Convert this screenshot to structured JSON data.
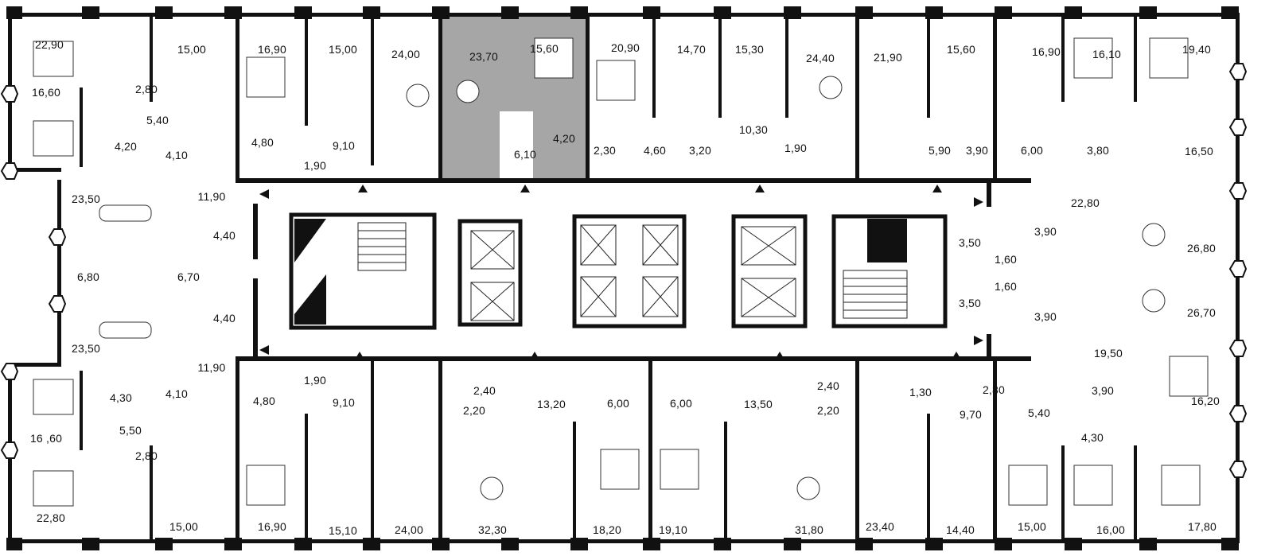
{
  "plan": {
    "highlight_color": "#a6a6a6",
    "wall_color": "#111111",
    "units": [
      {
        "id": "u01",
        "area": "22,90"
      },
      {
        "id": "u02",
        "area": "15,00"
      },
      {
        "id": "u03",
        "area": "2,80"
      },
      {
        "id": "u04",
        "area": "16,60"
      },
      {
        "id": "u05",
        "area": "5,40"
      },
      {
        "id": "u06",
        "area": "4,20"
      },
      {
        "id": "u07",
        "area": "4,10"
      },
      {
        "id": "u08",
        "area": "16,90"
      },
      {
        "id": "u09",
        "area": "15,00"
      },
      {
        "id": "u10",
        "area": "4,80"
      },
      {
        "id": "u11",
        "area": "1,90"
      },
      {
        "id": "u12",
        "area": "9,10"
      },
      {
        "id": "u13",
        "area": "24,00"
      },
      {
        "id": "u14",
        "area": "23,70",
        "selected": true
      },
      {
        "id": "u15",
        "area": "15,60",
        "selected": true
      },
      {
        "id": "u16",
        "area": "6,10",
        "selected": true
      },
      {
        "id": "u17",
        "area": "4,20",
        "selected": true
      },
      {
        "id": "u18",
        "area": "20,90"
      },
      {
        "id": "u19",
        "area": "14,70"
      },
      {
        "id": "u20",
        "area": "15,30"
      },
      {
        "id": "u21",
        "area": "2,30"
      },
      {
        "id": "u22",
        "area": "4,60"
      },
      {
        "id": "u23",
        "area": "3,20"
      },
      {
        "id": "u24",
        "area": "10,30"
      },
      {
        "id": "u25",
        "area": "24,40"
      },
      {
        "id": "u26",
        "area": "1,90"
      },
      {
        "id": "u27",
        "area": "21,90"
      },
      {
        "id": "u28",
        "area": "15,60"
      },
      {
        "id": "u29",
        "area": "5,90"
      },
      {
        "id": "u30",
        "area": "3,90"
      },
      {
        "id": "u31",
        "area": "16,90"
      },
      {
        "id": "u32",
        "area": "6,00"
      },
      {
        "id": "u33",
        "area": "16,10"
      },
      {
        "id": "u34",
        "area": "3,80"
      },
      {
        "id": "u35",
        "area": "19,40"
      },
      {
        "id": "u36",
        "area": "16,50"
      },
      {
        "id": "u37",
        "area": "11,90"
      },
      {
        "id": "u38",
        "area": "23,50"
      },
      {
        "id": "u39",
        "area": "4,40"
      },
      {
        "id": "u40",
        "area": "6,80"
      },
      {
        "id": "u41",
        "area": "6,70"
      },
      {
        "id": "u42",
        "area": "4,40"
      },
      {
        "id": "u43",
        "area": "23,50"
      },
      {
        "id": "u44",
        "area": "11,90"
      },
      {
        "id": "u45",
        "area": "22,80"
      },
      {
        "id": "u46",
        "area": "3,90"
      },
      {
        "id": "u47",
        "area": "3,50"
      },
      {
        "id": "u48",
        "area": "1,60"
      },
      {
        "id": "u49",
        "area": "26,80"
      },
      {
        "id": "u50",
        "area": "1,60"
      },
      {
        "id": "u51",
        "area": "3,50"
      },
      {
        "id": "u52",
        "area": "3,90"
      },
      {
        "id": "u53",
        "area": "26,70"
      },
      {
        "id": "u54",
        "area": "19,50"
      },
      {
        "id": "u55",
        "area": "16 ,60"
      },
      {
        "id": "u56",
        "area": "4,30"
      },
      {
        "id": "u57",
        "area": "4,10"
      },
      {
        "id": "u58",
        "area": "5,50"
      },
      {
        "id": "u59",
        "area": "2,80"
      },
      {
        "id": "u60",
        "area": "22,80"
      },
      {
        "id": "u61",
        "area": "15,00"
      },
      {
        "id": "u62",
        "area": "4,80"
      },
      {
        "id": "u63",
        "area": "1,90"
      },
      {
        "id": "u64",
        "area": "9,10"
      },
      {
        "id": "u65",
        "area": "16,90"
      },
      {
        "id": "u66",
        "area": "15,10"
      },
      {
        "id": "u67",
        "area": "24,00"
      },
      {
        "id": "u68",
        "area": "2,40"
      },
      {
        "id": "u69",
        "area": "2,20"
      },
      {
        "id": "u70",
        "area": "13,20"
      },
      {
        "id": "u71",
        "area": "32,30"
      },
      {
        "id": "u72",
        "area": "6,00"
      },
      {
        "id": "u73",
        "area": "18,20"
      },
      {
        "id": "u74",
        "area": "6,00"
      },
      {
        "id": "u75",
        "area": "19,10"
      },
      {
        "id": "u76",
        "area": "13,50"
      },
      {
        "id": "u77",
        "area": "2,40"
      },
      {
        "id": "u78",
        "area": "2,20"
      },
      {
        "id": "u79",
        "area": "31,80"
      },
      {
        "id": "u80",
        "area": "1,30"
      },
      {
        "id": "u81",
        "area": "23,40"
      },
      {
        "id": "u82",
        "area": "9,70"
      },
      {
        "id": "u83",
        "area": "14,40"
      },
      {
        "id": "u84",
        "area": "2,80"
      },
      {
        "id": "u85",
        "area": "5,40"
      },
      {
        "id": "u86",
        "area": "15,00"
      },
      {
        "id": "u87",
        "area": "3,90"
      },
      {
        "id": "u88",
        "area": "4,30"
      },
      {
        "id": "u89",
        "area": "16,00"
      },
      {
        "id": "u90",
        "area": "16,20"
      },
      {
        "id": "u91",
        "area": "17,80"
      }
    ]
  }
}
